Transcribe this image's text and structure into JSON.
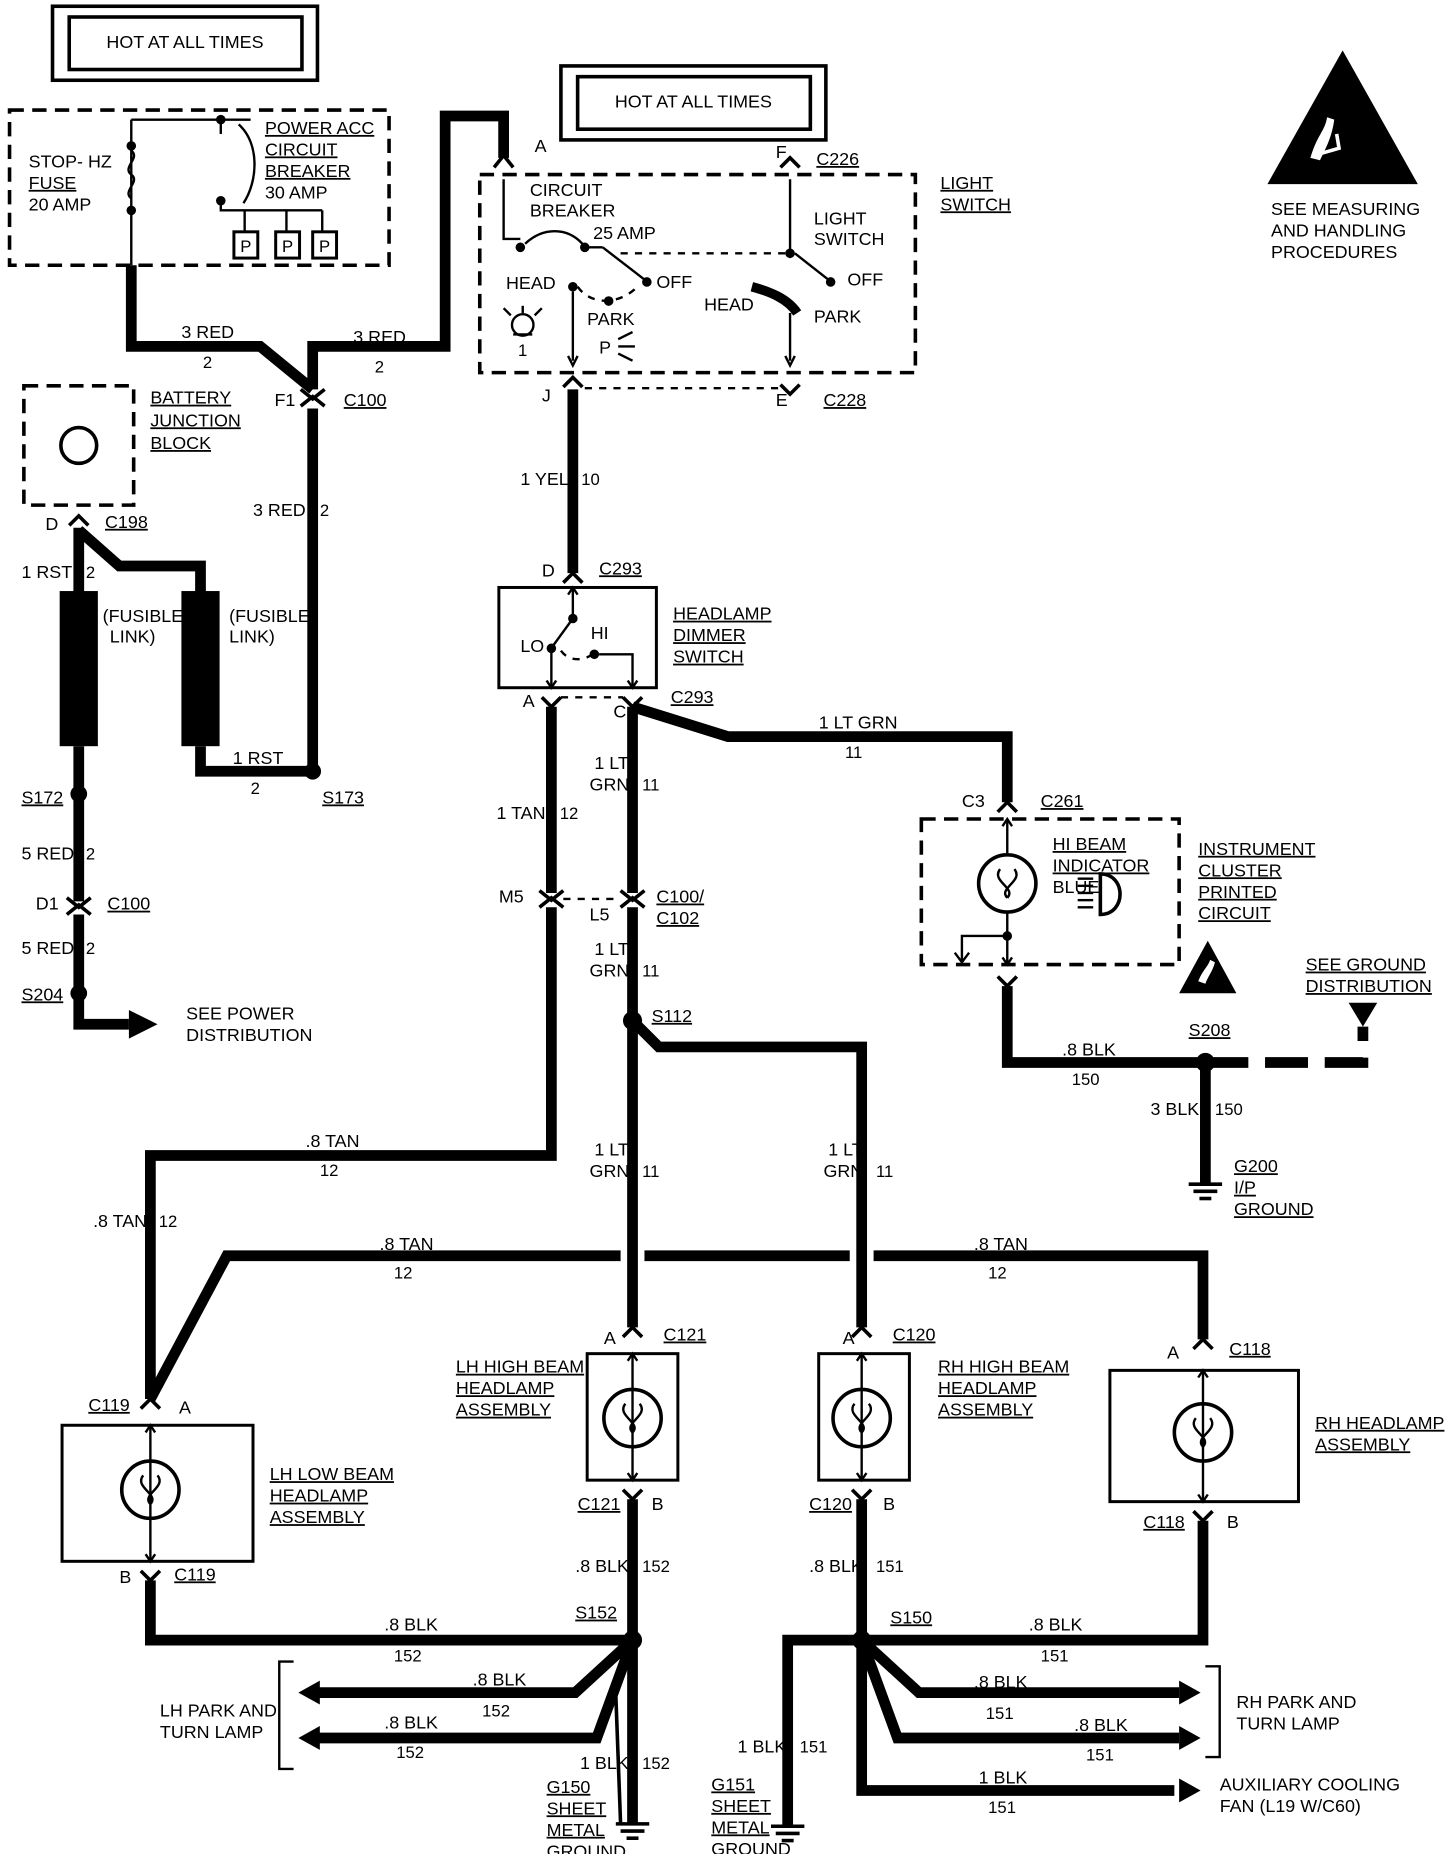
{
  "hot_labels": [
    "HOT AT ALL TIMES",
    "HOT AT ALL TIMES"
  ],
  "fuse_block": {
    "fuse_lines": [
      "STOP- HZ",
      "FUSE",
      "20 AMP"
    ],
    "breaker_lines": [
      "POWER ACC",
      "CIRCUIT",
      "BREAKER",
      "30 AMP"
    ],
    "p_label": "P"
  },
  "esd_note": [
    "SEE MEASURING",
    "AND HANDLING",
    "PROCEDURES"
  ],
  "light_switch": {
    "title": [
      "LIGHT",
      "SWITCH"
    ],
    "breaker": [
      "CIRCUIT",
      "BREAKER"
    ],
    "amp": "25 AMP",
    "inner_switch": [
      "LIGHT",
      "SWITCH"
    ],
    "head": "HEAD",
    "park": "PARK",
    "off": "OFF",
    "lamp_num": "1",
    "p": "P",
    "pins": {
      "A": "A",
      "F": "F",
      "J": "J",
      "E": "E"
    },
    "conn_top": "C226",
    "conn_bottom": "C228"
  },
  "battery": {
    "lines": [
      "BATTERY",
      "JUNCTION",
      "BLOCK"
    ],
    "pin": "D",
    "conn": "C198"
  },
  "wires": {
    "red_left": "3 RED",
    "red_left_num": "2",
    "red_right": "3 RED",
    "red_right_num": "2",
    "f1": "F1",
    "c100": "C100",
    "red_vert": "3 RED",
    "red_vert_num": "2",
    "yel": "1 YEL",
    "yel_num": "10",
    "rst_left": "1 RST",
    "rst_left_num": "2",
    "fusible1": [
      "(FUSIBLE",
      "LINK)"
    ],
    "fusible2": [
      "(FUSIBLE",
      "LINK)"
    ],
    "rst_bottom": "1 RST",
    "rst_bottom_num": "2",
    "s173": "S173",
    "s172": "S172",
    "red5a": "5 RED",
    "red5a_num": "2",
    "d1": "D1",
    "c100b": "C100",
    "red5b": "5 RED",
    "red5b_num": "2",
    "s204": "S204",
    "see_power": [
      "SEE POWER",
      "DISTRIBUTION"
    ]
  },
  "dimmer": {
    "pin_d": "D",
    "conn": "C293",
    "title": [
      "HEADLAMP",
      "DIMMER",
      "SWITCH"
    ],
    "lo": "LO",
    "hi": "HI",
    "pin_a": "A",
    "pin_c": "C",
    "conn_bottom": "C293"
  },
  "ltgrn_h": "1 LT GRN",
  "ltgrn_h_num": "11",
  "cluster": {
    "c3": "C3",
    "conn": "C261",
    "indicator": [
      "HI BEAM",
      "INDICATOR",
      "BLUE"
    ],
    "title": [
      "INSTRUMENT",
      "CLUSTER",
      "PRINTED",
      "CIRCUIT"
    ]
  },
  "ground_dist": [
    "SEE GROUND",
    "DISTRIBUTION"
  ],
  "s208": "S208",
  "blk150": ".8 BLK",
  "blk150_num": "150",
  "blk3": "3 BLK",
  "blk3_num": "150",
  "g200": [
    "G200",
    "I/P",
    "GROUND"
  ],
  "mid": {
    "tan1": "1 TAN",
    "tan1_num": "12",
    "ltgrn1": [
      "1 LT",
      "GRN"
    ],
    "ltgrn1_num": "11",
    "m5": "M5",
    "l5": "L5",
    "c100c102": [
      "C100/",
      "C102"
    ],
    "ltgrn2": [
      "1 LT",
      "GRN"
    ],
    "ltgrn2_num": "11",
    "s112": "S112",
    "tan8": ".8 TAN",
    "tan8_num": "12",
    "ltgrn3": [
      "1 LT",
      "GRN"
    ],
    "ltgrn3_num": "11",
    "ltgrn4": [
      "1 LT",
      "GRN"
    ],
    "ltgrn4_num": "11",
    "tan8b": ".8 TAN",
    "tan8b_num": "12",
    "tan8c": ".8 TAN",
    "tan8c_num": "12",
    "tan8d": ".8 TAN",
    "tan8d_num": "12"
  },
  "lamps": {
    "lh_low": {
      "conn": "C119",
      "pin_a": "A",
      "pin_b": "B",
      "conn_b": "C119",
      "title": [
        "LH LOW BEAM",
        "HEADLAMP",
        "ASSEMBLY"
      ]
    },
    "lh_high": {
      "pin_a": "A",
      "conn": "C121",
      "conn_b": "C121",
      "pin_b": "B",
      "title": [
        "LH HIGH BEAM",
        "HEADLAMP",
        "ASSEMBLY"
      ]
    },
    "rh_high": {
      "pin_a": "A",
      "conn": "C120",
      "conn_b": "C120",
      "pin_b": "B",
      "title": [
        "RH HIGH BEAM",
        "HEADLAMP",
        "ASSEMBLY"
      ]
    },
    "rh": {
      "pin_a": "A",
      "conn": "C118",
      "conn_b": "C118",
      "pin_b": "B",
      "title": [
        "RH HEADLAMP",
        "ASSEMBLY"
      ]
    }
  },
  "grounds": {
    "blk152a": ".8 BLK",
    "blk152a_num": "152",
    "blk151a": ".8 BLK",
    "blk151a_num": "151",
    "s152": "S152",
    "s150": "S150",
    "blk152b": ".8 BLK",
    "blk152b_num": "152",
    "blk151b": ".8 BLK",
    "blk151b_num": "151",
    "lh_park": [
      "LH PARK AND",
      "TURN LAMP"
    ],
    "lh_w1": ".8 BLK",
    "lh_w1_num": "152",
    "lh_w2": ".8 BLK",
    "lh_w2_num": "152",
    "blk1_152": "1 BLK",
    "blk1_152_num": "152",
    "g150": [
      "G150",
      "SHEET",
      "METAL",
      "GROUND"
    ],
    "blk1_151": "1 BLK",
    "blk1_151_num": "151",
    "g151": [
      "G151",
      "SHEET",
      "METAL",
      "GROUND"
    ],
    "rh_w1": ".8 BLK",
    "rh_w1_num": "151",
    "rh_w2": ".8 BLK",
    "rh_w2_num": "151",
    "rh_park": [
      "RH PARK AND",
      "TURN LAMP"
    ],
    "fan_w": "1 BLK",
    "fan_w_num": "151",
    "fan": [
      "AUXILIARY COOLING",
      "FAN (L19 W/C60)"
    ]
  }
}
